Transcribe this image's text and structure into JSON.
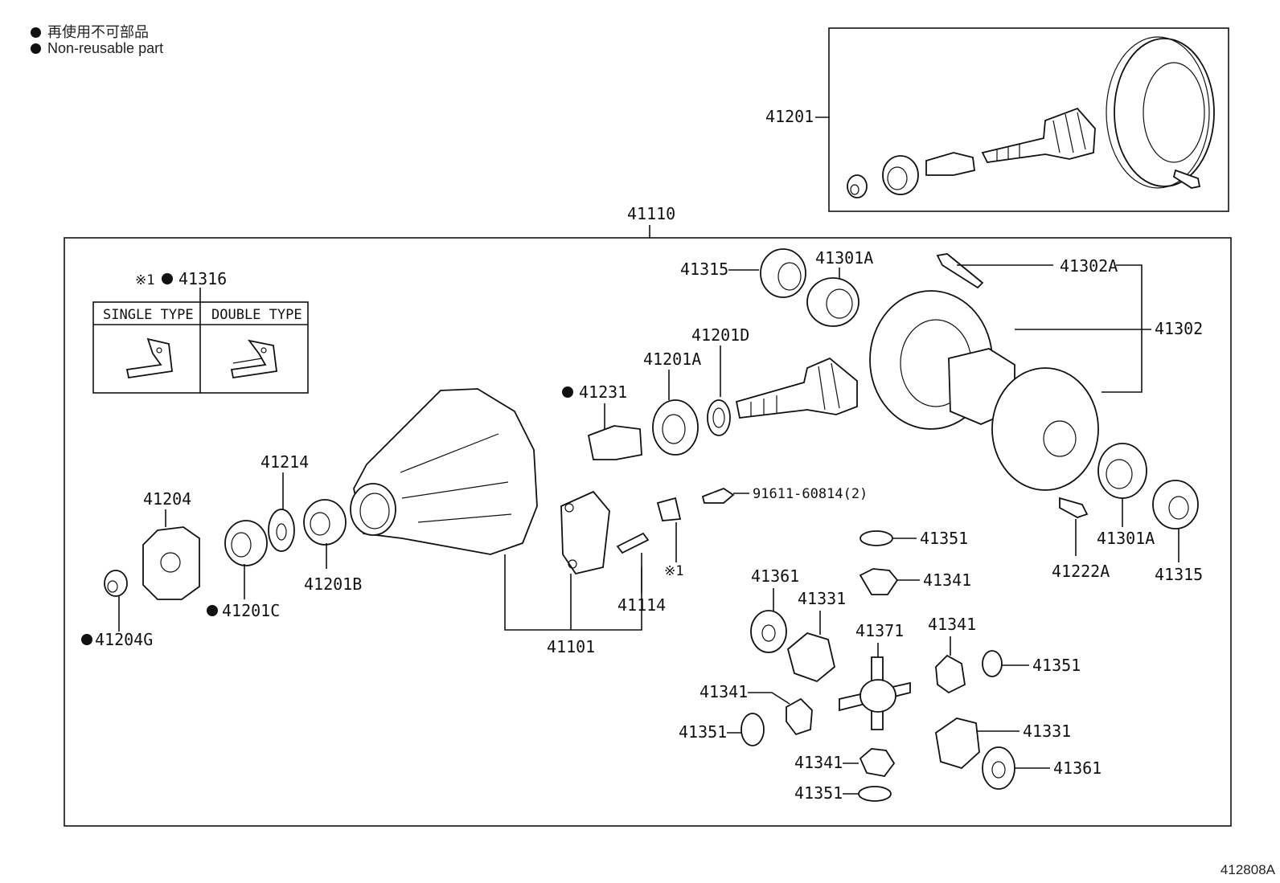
{
  "legend": {
    "line1": "再使用不可部品",
    "line2": "Non-reusable part"
  },
  "document_id": "412808A",
  "labels": {
    "p41201": "41201",
    "p41110": "41110",
    "p41316": "41316",
    "p41316_mark": "※1",
    "single_type": "SINGLE TYPE",
    "double_type": "DOUBLE TYPE",
    "p41315_top": "41315",
    "p41301A_top": "41301A",
    "p41302A": "41302A",
    "p41302": "41302",
    "p41201D": "41201D",
    "p41201A": "41201A",
    "p41231": "41231",
    "p41214": "41214",
    "p41204": "41204",
    "p41201C": "41201C",
    "p41201B": "41201B",
    "p41204G": "41204G",
    "bolt_91611": "91611-60814(2)",
    "mark_1": "※1",
    "p41114": "41114",
    "p41101": "41101",
    "p41351_a": "41351",
    "p41341_a": "41341",
    "p41361_a": "41361",
    "p41331_a": "41331",
    "p41371": "41371",
    "p41341_b": "41341",
    "p41351_b": "41351",
    "p41341_c": "41341",
    "p41351_c": "41351",
    "p41341_d": "41341",
    "p41351_d": "41351",
    "p41331_b": "41331",
    "p41361_b": "41361",
    "p41222A": "41222A",
    "p41301A_bottom": "41301A",
    "p41315_bottom": "41315"
  }
}
